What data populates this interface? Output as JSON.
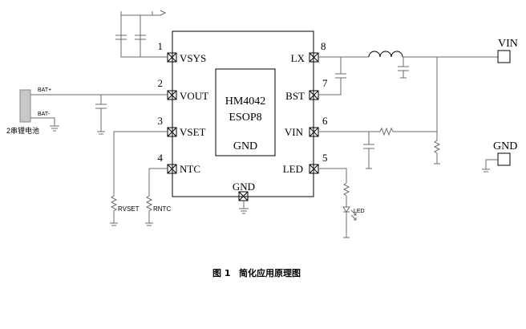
{
  "chip": {
    "name": "HM4042",
    "package": "ESOP8",
    "gnd_label": "GND"
  },
  "pins_left": [
    {
      "num": "1",
      "label": "VSYS"
    },
    {
      "num": "2",
      "label": "VOUT"
    },
    {
      "num": "3",
      "label": "VSET"
    },
    {
      "num": "4",
      "label": "NTC"
    }
  ],
  "pins_right": [
    {
      "num": "8",
      "label": "LX"
    },
    {
      "num": "7",
      "label": "BST"
    },
    {
      "num": "6",
      "label": "VIN"
    },
    {
      "num": "5",
      "label": "LED"
    }
  ],
  "bottom_pin": {
    "label": "GND"
  },
  "battery": {
    "plus_label": "BAT+",
    "minus_label": "BAT-",
    "name": "2串锂电池"
  },
  "resistors": {
    "rvset": "RVSET",
    "rntc": "RNTC"
  },
  "led_label": "LED",
  "terminals": {
    "vin": "VIN",
    "gnd": "GND"
  },
  "caption": {
    "figure": "图  1",
    "title": "简化应用原理图"
  }
}
